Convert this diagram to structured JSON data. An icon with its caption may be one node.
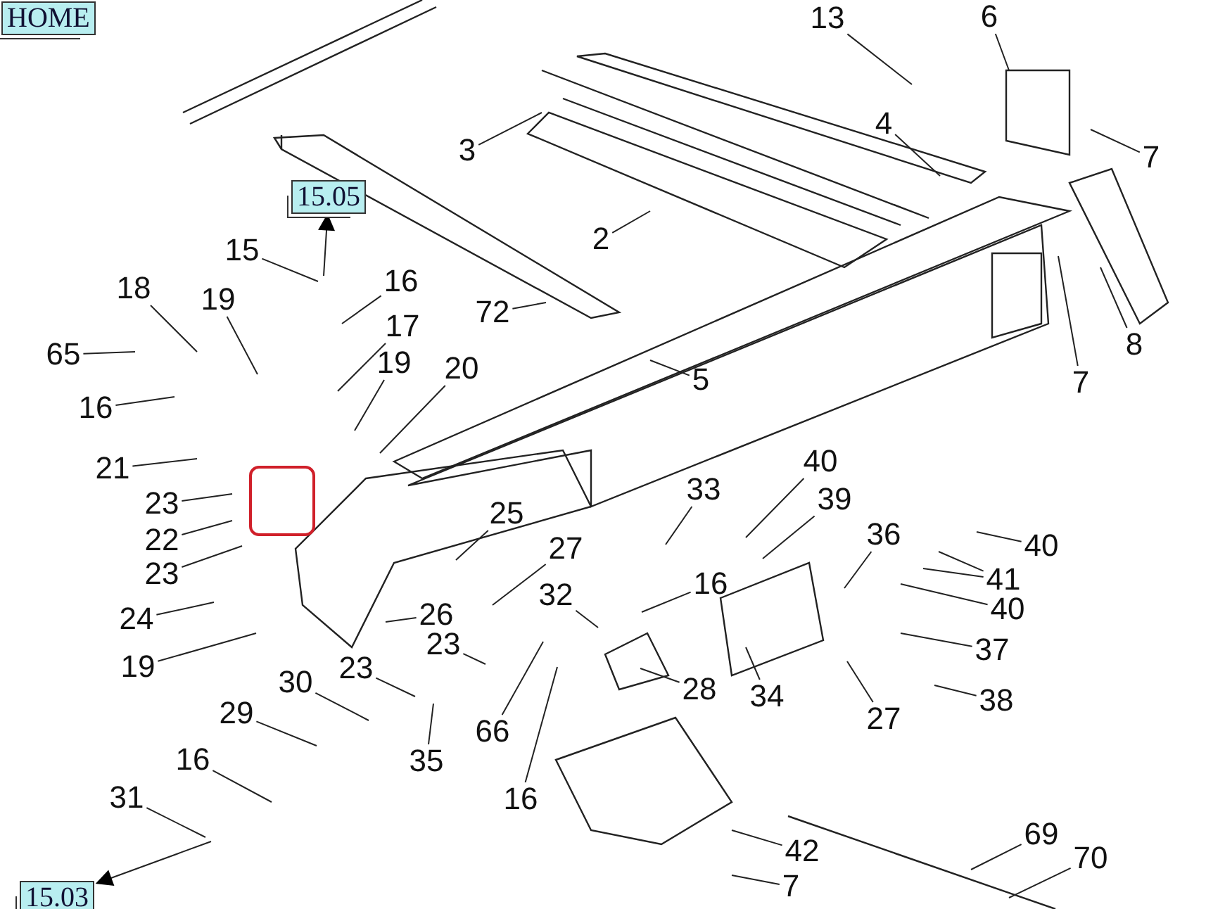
{
  "diagram": {
    "nodes": [
      {
        "text": [
          "HOME"
        ]
      },
      {
        "text": [
          "13"
        ]
      },
      {
        "text": [
          "6"
        ]
      },
      {
        "text": [
          "3"
        ]
      },
      {
        "text": [
          "4"
        ]
      },
      {
        "text": [
          "7"
        ]
      },
      {
        "text": [
          "15.05"
        ]
      },
      {
        "text": [
          "2"
        ]
      },
      {
        "text": [
          "15"
        ]
      },
      {
        "text": [
          "16"
        ]
      },
      {
        "text": [
          "18"
        ]
      },
      {
        "text": [
          "19"
        ]
      },
      {
        "text": [
          "17"
        ]
      },
      {
        "text": [
          "72"
        ]
      },
      {
        "text": [
          "8"
        ]
      },
      {
        "text": [
          "7"
        ]
      },
      {
        "text": [
          "65"
        ]
      },
      {
        "text": [
          "19"
        ]
      },
      {
        "text": [
          "20"
        ]
      },
      {
        "text": [
          "5"
        ]
      },
      {
        "text": [
          "16"
        ]
      },
      {
        "text": [
          "21"
        ]
      },
      {
        "text": [
          "40"
        ]
      },
      {
        "text": [
          "39"
        ]
      },
      {
        "text": [
          "33"
        ]
      },
      {
        "text": [
          "23"
        ]
      },
      {
        "text": [
          "25"
        ]
      },
      {
        "text": [
          "22"
        ]
      },
      {
        "text": [
          "36"
        ]
      },
      {
        "text": [
          "40"
        ]
      },
      {
        "text": [
          "27"
        ]
      },
      {
        "text": [
          "23"
        ]
      },
      {
        "text": [
          "41"
        ]
      },
      {
        "text": [
          "16"
        ]
      },
      {
        "text": [
          "32"
        ]
      },
      {
        "text": [
          "40"
        ]
      },
      {
        "text": [
          "24"
        ]
      },
      {
        "text": [
          "26"
        ]
      },
      {
        "text": [
          "23"
        ]
      },
      {
        "text": [
          "37"
        ]
      },
      {
        "text": [
          "19"
        ]
      },
      {
        "text": [
          "23"
        ]
      },
      {
        "text": [
          "28"
        ]
      },
      {
        "text": [
          "34"
        ]
      },
      {
        "text": [
          "30"
        ]
      },
      {
        "text": [
          "38"
        ]
      },
      {
        "text": [
          "27"
        ]
      },
      {
        "text": [
          "29"
        ]
      },
      {
        "text": [
          "66"
        ]
      },
      {
        "text": [
          "35"
        ]
      },
      {
        "text": [
          "16"
        ]
      },
      {
        "text": [
          "16"
        ]
      },
      {
        "text": [
          "31"
        ]
      },
      {
        "text": [
          "42"
        ]
      },
      {
        "text": [
          "69"
        ]
      },
      {
        "text": [
          "7"
        ]
      },
      {
        "text": [
          "70"
        ]
      },
      {
        "text": [
          "15.03"
        ]
      }
    ],
    "edges": [
      {
        "from": 1,
        "to": null,
        "arrow": "none"
      },
      {
        "from": 2,
        "to": null,
        "arrow": "none"
      },
      {
        "from": 3,
        "to": null,
        "arrow": "none"
      },
      {
        "from": 4,
        "to": null,
        "arrow": "none"
      },
      {
        "from": 5,
        "to": null,
        "arrow": "none"
      },
      {
        "from": 7,
        "to": null,
        "arrow": "none"
      },
      {
        "from": 8,
        "to": null,
        "arrow": "none"
      },
      {
        "from": 9,
        "to": null,
        "arrow": "none"
      },
      {
        "from": 10,
        "to": null,
        "arrow": "none"
      },
      {
        "from": 11,
        "to": null,
        "arrow": "none"
      },
      {
        "from": 12,
        "to": null,
        "arrow": "none"
      },
      {
        "from": 13,
        "to": null,
        "arrow": "none"
      },
      {
        "from": 14,
        "to": null,
        "arrow": "none"
      },
      {
        "from": 15,
        "to": null,
        "arrow": "none"
      },
      {
        "from": 16,
        "to": null,
        "arrow": "none"
      },
      {
        "from": 17,
        "to": null,
        "arrow": "none"
      },
      {
        "from": 18,
        "to": null,
        "arrow": "none"
      },
      {
        "from": 19,
        "to": null,
        "arrow": "none"
      },
      {
        "from": 20,
        "to": null,
        "arrow": "none"
      },
      {
        "from": 21,
        "to": null,
        "arrow": "none"
      },
      {
        "from": 22,
        "to": null,
        "arrow": "none"
      },
      {
        "from": 23,
        "to": null,
        "arrow": "none"
      },
      {
        "from": 24,
        "to": null,
        "arrow": "none"
      },
      {
        "from": 25,
        "to": null,
        "arrow": "none"
      },
      {
        "from": 26,
        "to": null,
        "arrow": "none"
      },
      {
        "from": 27,
        "to": null,
        "arrow": "none"
      },
      {
        "from": 28,
        "to": null,
        "arrow": "none"
      },
      {
        "from": 29,
        "to": null,
        "arrow": "none"
      },
      {
        "from": 30,
        "to": null,
        "arrow": "none"
      },
      {
        "from": 31,
        "to": null,
        "arrow": "none"
      },
      {
        "from": 32,
        "to": null,
        "arrow": "none"
      },
      {
        "from": 32,
        "to": null,
        "arrow": "none"
      },
      {
        "from": 33,
        "to": null,
        "arrow": "none"
      },
      {
        "from": 34,
        "to": null,
        "arrow": "none"
      },
      {
        "from": 35,
        "to": null,
        "arrow": "none"
      },
      {
        "from": 36,
        "to": null,
        "arrow": "none"
      },
      {
        "from": 37,
        "to": null,
        "arrow": "none"
      },
      {
        "from": 38,
        "to": null,
        "arrow": "none"
      },
      {
        "from": 39,
        "to": null,
        "arrow": "none"
      },
      {
        "from": 40,
        "to": null,
        "arrow": "none"
      },
      {
        "from": 41,
        "to": null,
        "arrow": "none"
      },
      {
        "from": 42,
        "to": null,
        "arrow": "none"
      },
      {
        "from": 43,
        "to": null,
        "arrow": "none"
      },
      {
        "from": 44,
        "to": null,
        "arrow": "none"
      },
      {
        "from": 45,
        "to": null,
        "arrow": "none"
      },
      {
        "from": 46,
        "to": null,
        "arrow": "none"
      },
      {
        "from": 47,
        "to": null,
        "arrow": "none"
      },
      {
        "from": 48,
        "to": null,
        "arrow": "none"
      },
      {
        "from": 49,
        "to": null,
        "arrow": "none"
      },
      {
        "from": 50,
        "to": null,
        "arrow": "none"
      },
      {
        "from": 51,
        "to": null,
        "arrow": "none"
      },
      {
        "from": 52,
        "to": null,
        "arrow": "none"
      },
      {
        "from": 53,
        "to": null,
        "arrow": "none"
      },
      {
        "from": 54,
        "to": null,
        "arrow": "none"
      },
      {
        "from": 55,
        "to": null,
        "arrow": "none"
      },
      {
        "from": 56,
        "to": null,
        "arrow": "none"
      },
      {
        "from": null,
        "to": 6,
        "arrow": "to"
      },
      {
        "from": null,
        "to": 57,
        "arrow": "to"
      }
    ]
  }
}
